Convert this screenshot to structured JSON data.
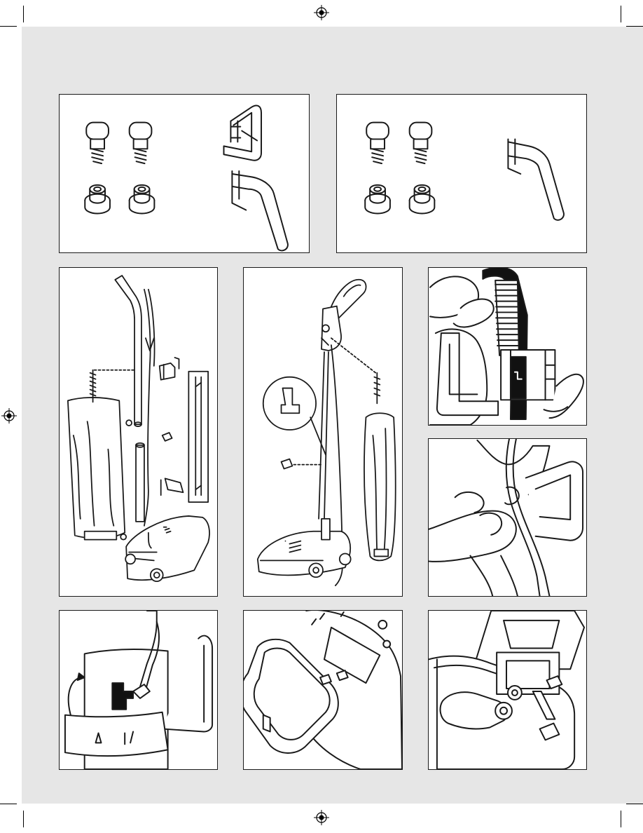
{
  "page": {
    "background": "#ffffff",
    "sheet_color": "#e6e6e6",
    "line_color": "#1a1a1a"
  },
  "panels": [
    {
      "id": "hardware-kit-a",
      "icon": "screws-grommets-hooks-icon"
    },
    {
      "id": "hardware-kit-b",
      "icon": "screws-grommets-hook-icon"
    },
    {
      "id": "parts-exploded-view",
      "icon": "vacuum-parts-icon"
    },
    {
      "id": "assembled-vacuum",
      "icon": "assembled-vacuum-icon"
    },
    {
      "id": "cord-into-hook",
      "icon": "hand-cord-hook-icon"
    },
    {
      "id": "cord-wrap",
      "icon": "hand-cord-wrap-icon"
    },
    {
      "id": "handle-latch",
      "icon": "handle-latch-icon"
    },
    {
      "id": "base-rear-view",
      "icon": "base-rear-icon"
    },
    {
      "id": "base-pivot-detail",
      "icon": "pivot-detail-icon"
    }
  ],
  "registration_marks": [
    "registration-mark-top",
    "registration-mark-left",
    "registration-mark-right",
    "registration-mark-bottom"
  ]
}
